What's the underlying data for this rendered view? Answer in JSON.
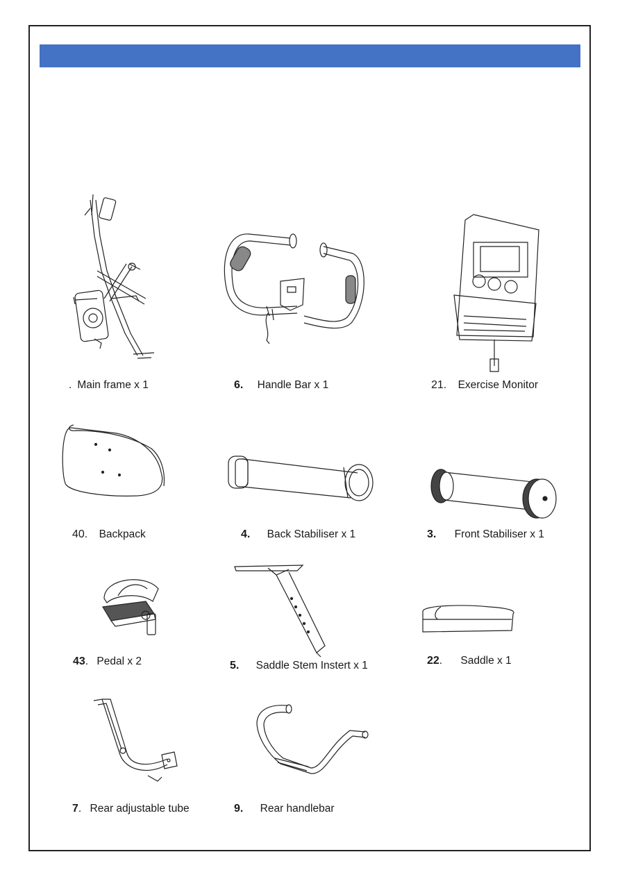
{
  "colors": {
    "header": "#4472c4",
    "border": "#222222",
    "ink": "#1a1a1a"
  },
  "parts": [
    {
      "num": "",
      "sep": ".",
      "label": "Main frame x 1"
    },
    {
      "num": "6.",
      "sep": "",
      "label": "Handle Bar x 1"
    },
    {
      "num": "21.",
      "sep": "",
      "label": "Exercise Monitor"
    },
    {
      "num": "40.",
      "sep": "",
      "label": "Backpack"
    },
    {
      "num": "4.",
      "sep": "",
      "label": "Back Stabiliser x 1"
    },
    {
      "num": "3.",
      "sep": "",
      "label": "Front Stabiliser x 1"
    },
    {
      "num": "43",
      "sep": ".",
      "label": "Pedal x 2"
    },
    {
      "num": "5.",
      "sep": "",
      "label": "Saddle Stem Instert x 1"
    },
    {
      "num": "22",
      "sep": ".",
      "label": "Saddle x 1"
    },
    {
      "num": "7",
      "sep": ".",
      "label": "Rear adjustable  tube"
    },
    {
      "num": "9.",
      "sep": "",
      "label": "Rear handlebar"
    }
  ]
}
